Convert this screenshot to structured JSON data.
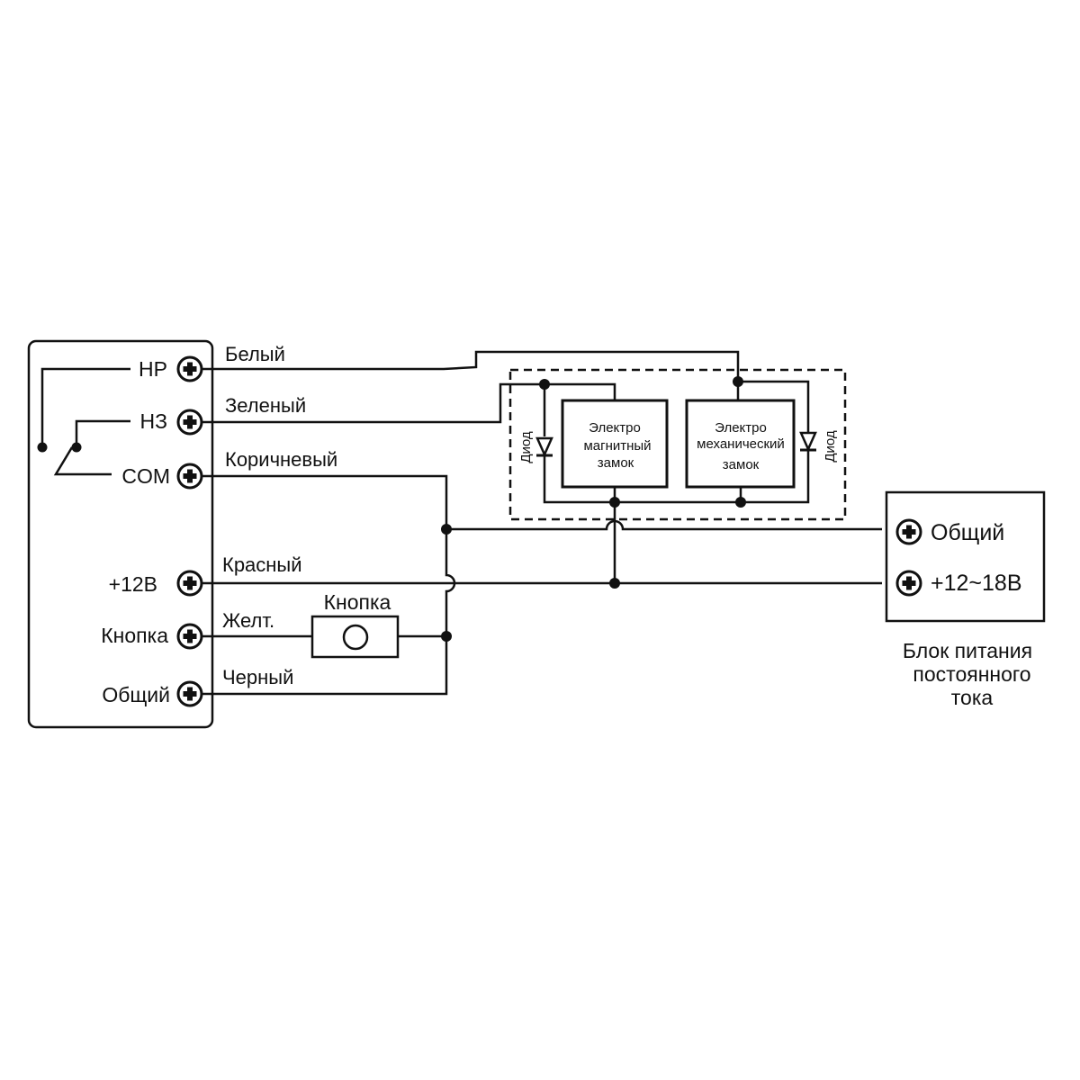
{
  "controller": {
    "terminals": {
      "nr": "НР",
      "nz": "НЗ",
      "com": "COM",
      "plus12": "+12В",
      "button": "Кнопка",
      "common": "Общий"
    }
  },
  "wires": {
    "white": "Белый",
    "green": "Зеленый",
    "brown": "Коричневый",
    "red": "Красный",
    "yellow": "Желт.",
    "black": "Черный"
  },
  "button_label": "Кнопка",
  "locks": {
    "magnetic": [
      "Электро",
      "магнитный",
      "замок"
    ],
    "mechanical": [
      "Электро",
      "механический",
      "замок"
    ],
    "diode_left": "Диод",
    "diode_right": "Диод"
  },
  "power_supply": {
    "common": "Общий",
    "voltage": "+12~18В",
    "caption": [
      "Блок питания",
      "постоянного",
      "тока"
    ]
  },
  "colors": {
    "line": "#111111",
    "background": "#ffffff"
  }
}
